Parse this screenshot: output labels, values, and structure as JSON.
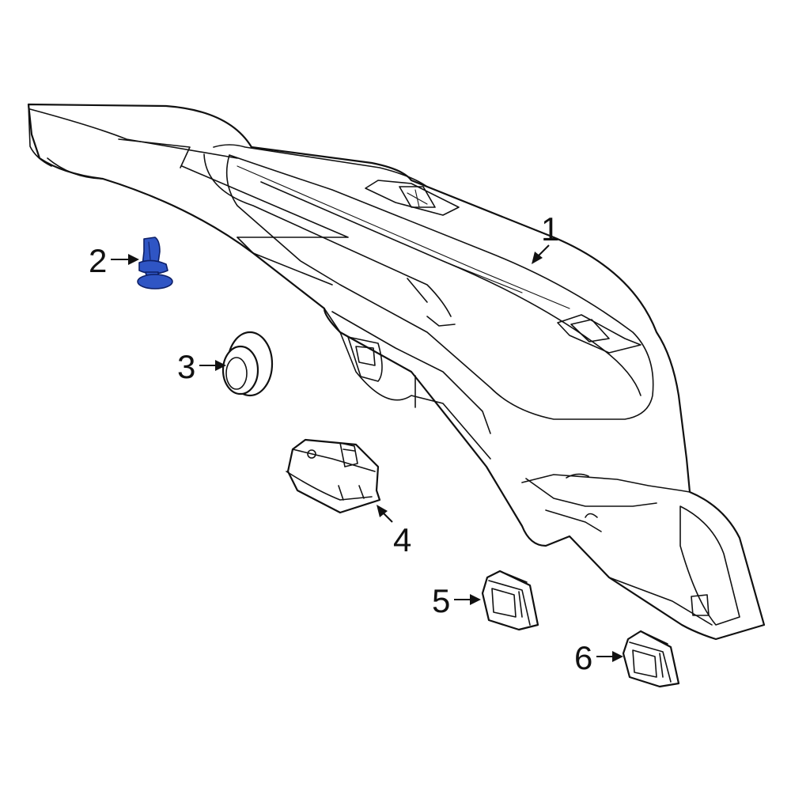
{
  "highlight_color": "#2f55c4",
  "callouts": [
    {
      "id": "1",
      "label": "1"
    },
    {
      "id": "2",
      "label": "2"
    },
    {
      "id": "3",
      "label": "3"
    },
    {
      "id": "4",
      "label": "4"
    },
    {
      "id": "5",
      "label": "5"
    },
    {
      "id": "6",
      "label": "6"
    }
  ],
  "icons": {
    "main_part": "liftgate-trim-panel",
    "highlighted_part": "push-pin-clip",
    "part_3": "grommet",
    "part_4": "lamp-housing",
    "part_5": "clip",
    "part_6": "clip"
  }
}
